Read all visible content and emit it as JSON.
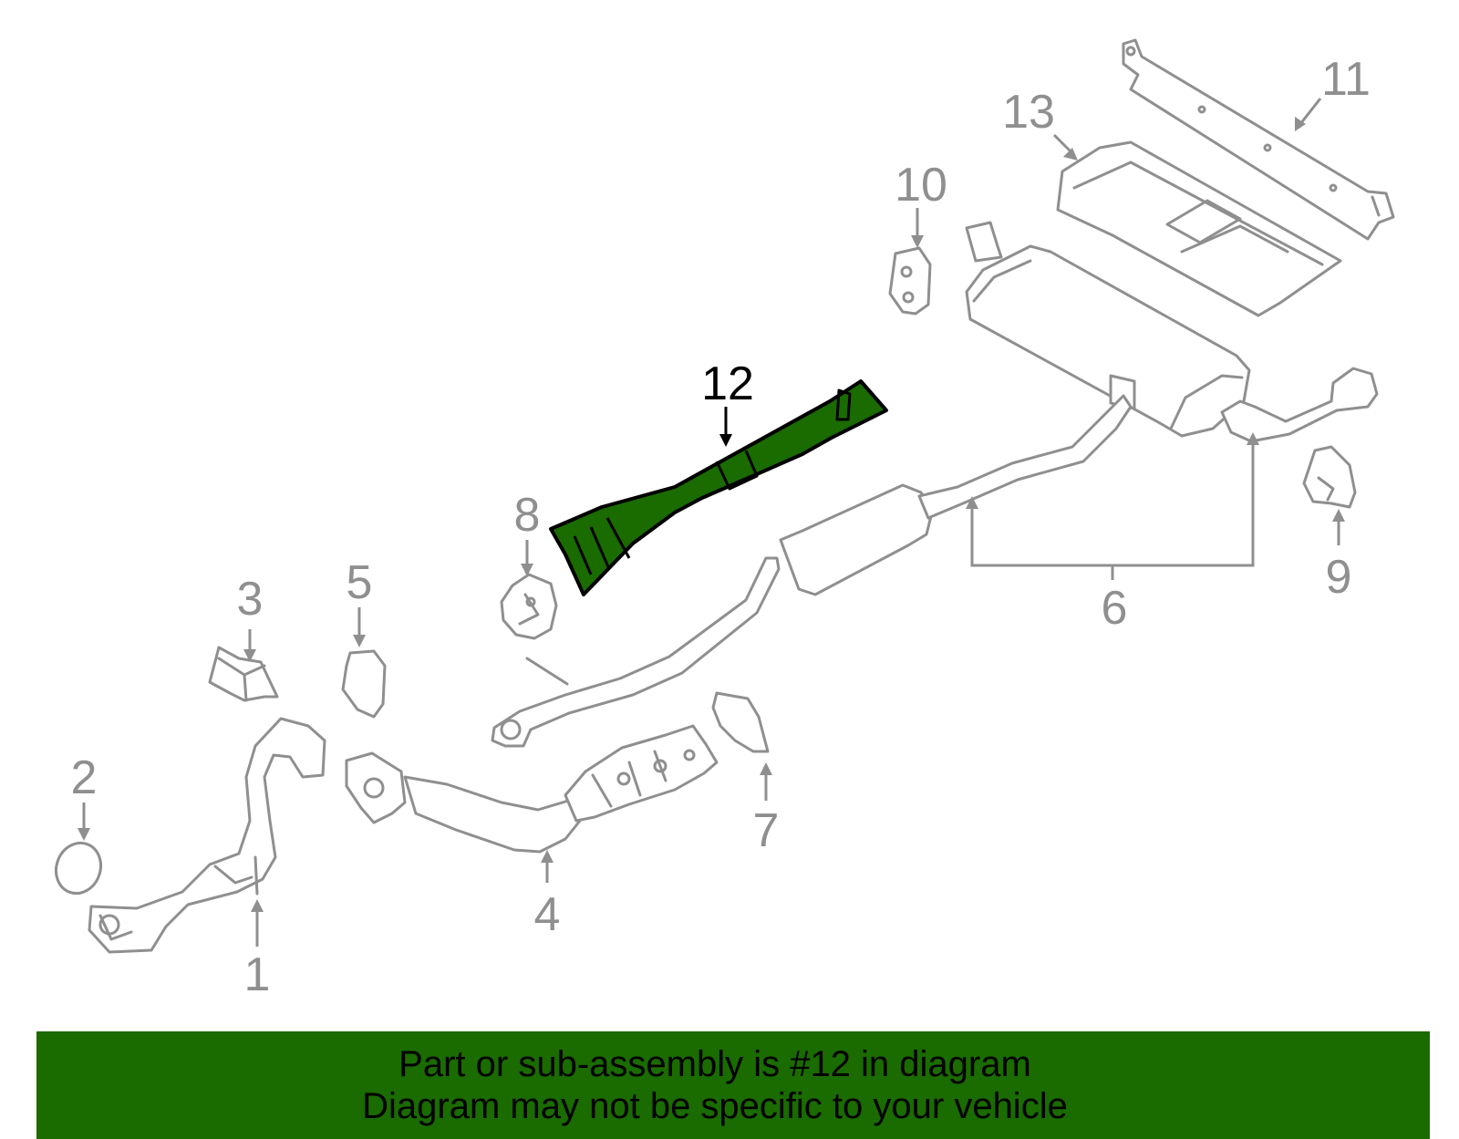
{
  "diagram": {
    "callouts": [
      "1",
      "2",
      "3",
      "4",
      "5",
      "6",
      "7",
      "8",
      "9",
      "10",
      "11",
      "12",
      "13"
    ],
    "highlighted_part": "12"
  },
  "colors": {
    "highlight_fill": "#1a6b00",
    "part_stroke": "#8f8f8f",
    "banner_background": "#1a6b00"
  },
  "banner": {
    "line1": "Part or sub-assembly is #12 in diagram",
    "line2": "Diagram may not be specific to your vehicle"
  }
}
